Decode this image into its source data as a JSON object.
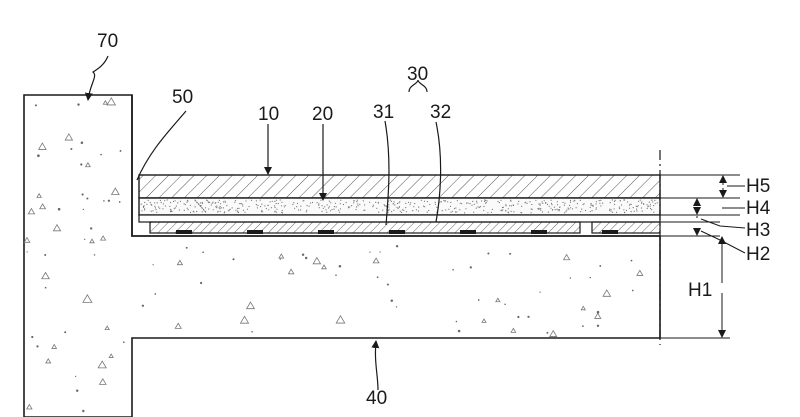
{
  "diagram": {
    "labels": {
      "ref_70": "70",
      "ref_50": "50",
      "ref_10": "10",
      "ref_20": "20",
      "ref_30": "30",
      "ref_31": "31",
      "ref_32": "32",
      "ref_40": "40"
    },
    "dimensions": {
      "h5": "H5",
      "h4": "H4",
      "h3": "H3",
      "h2": "H2",
      "h1": "H1"
    }
  }
}
